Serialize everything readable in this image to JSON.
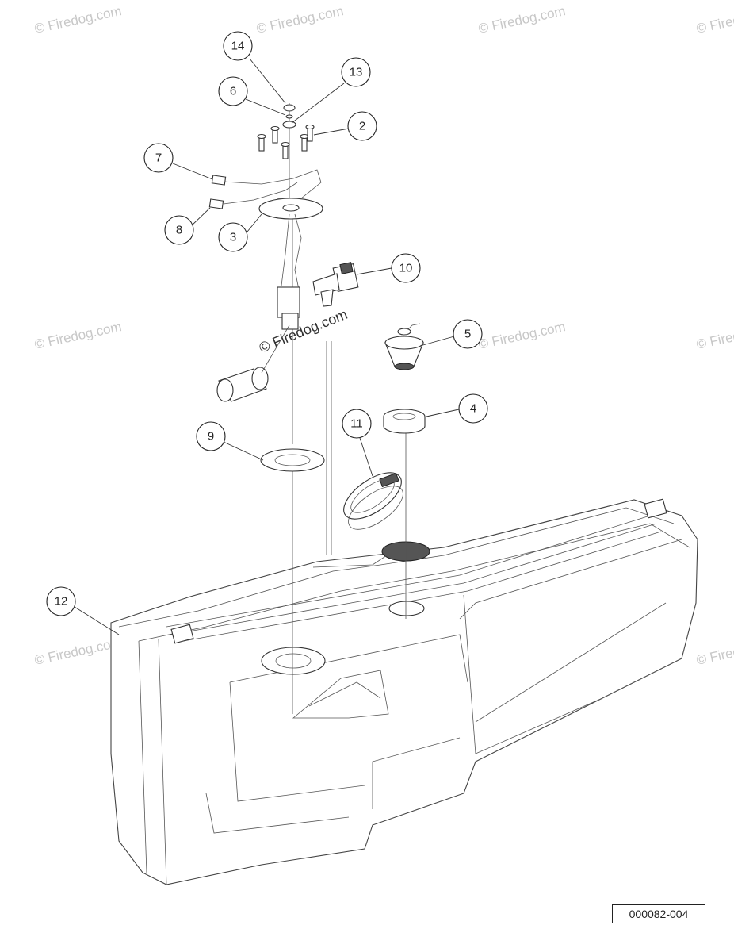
{
  "diagram": {
    "id_label": "000082-004",
    "watermark": "© Firedog.com",
    "watermark_center": "© Firedog.com"
  },
  "callouts": [
    {
      "id": "14",
      "label": "14"
    },
    {
      "id": "6",
      "label": "6"
    },
    {
      "id": "13",
      "label": "13"
    },
    {
      "id": "2",
      "label": "2"
    },
    {
      "id": "7",
      "label": "7"
    },
    {
      "id": "8",
      "label": "8"
    },
    {
      "id": "3",
      "label": "3"
    },
    {
      "id": "10",
      "label": "10"
    },
    {
      "id": "5",
      "label": "5"
    },
    {
      "id": "4",
      "label": "4"
    },
    {
      "id": "11",
      "label": "11"
    },
    {
      "id": "9",
      "label": "9"
    },
    {
      "id": "12",
      "label": "12"
    }
  ]
}
